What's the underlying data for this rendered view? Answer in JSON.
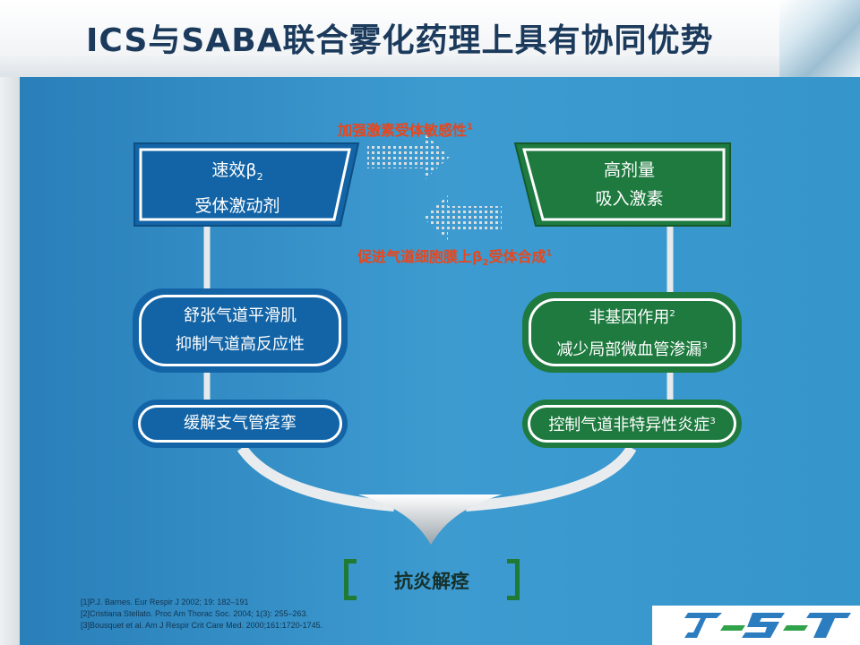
{
  "title": "ICS与SABA联合雾化药理上具有协同优势",
  "top_arrow_label": "加强激素受体敏感性",
  "top_arrow_ref": "1",
  "bottom_arrow_label_prefix": "促进气道细胞膜上β",
  "bottom_arrow_label_sub": "2",
  "bottom_arrow_label_suffix": "受体合成",
  "bottom_arrow_ref": "1",
  "left_box": {
    "line1_prefix": "速效β",
    "line1_sub": "2",
    "line2": "受体激动剂"
  },
  "right_box": {
    "line1": "高剂量",
    "line2": "吸入激素"
  },
  "left_mid": {
    "line1": "舒张气道平滑肌",
    "line2": "抑制气道高反应性"
  },
  "right_mid": {
    "line1": "非基因作用",
    "line1_ref": "2",
    "line2": "减少局部微血管渗漏",
    "line2_ref": "3"
  },
  "left_bottom": "缓解支气管痉挛",
  "right_bottom": "控制气道非特异性炎症",
  "right_bottom_ref": "3",
  "result": "抗炎解痉",
  "references": [
    "[1]P.J. Barnes. Eur Respir J 2002; 19: 182–191",
    "[2]Cristiana Stellato. Proc Am Thorac Soc. 2004; 1(3): 255–263.",
    "[3]Bousquet et al.  Am J Respir Crit Care Med. 2000;161:1720-1745."
  ],
  "logo_text": "J-S-T",
  "colors": {
    "blue": "#1364a6",
    "green": "#1e7a3f",
    "accent_red": "#e8461c",
    "background": "#3596cc"
  }
}
